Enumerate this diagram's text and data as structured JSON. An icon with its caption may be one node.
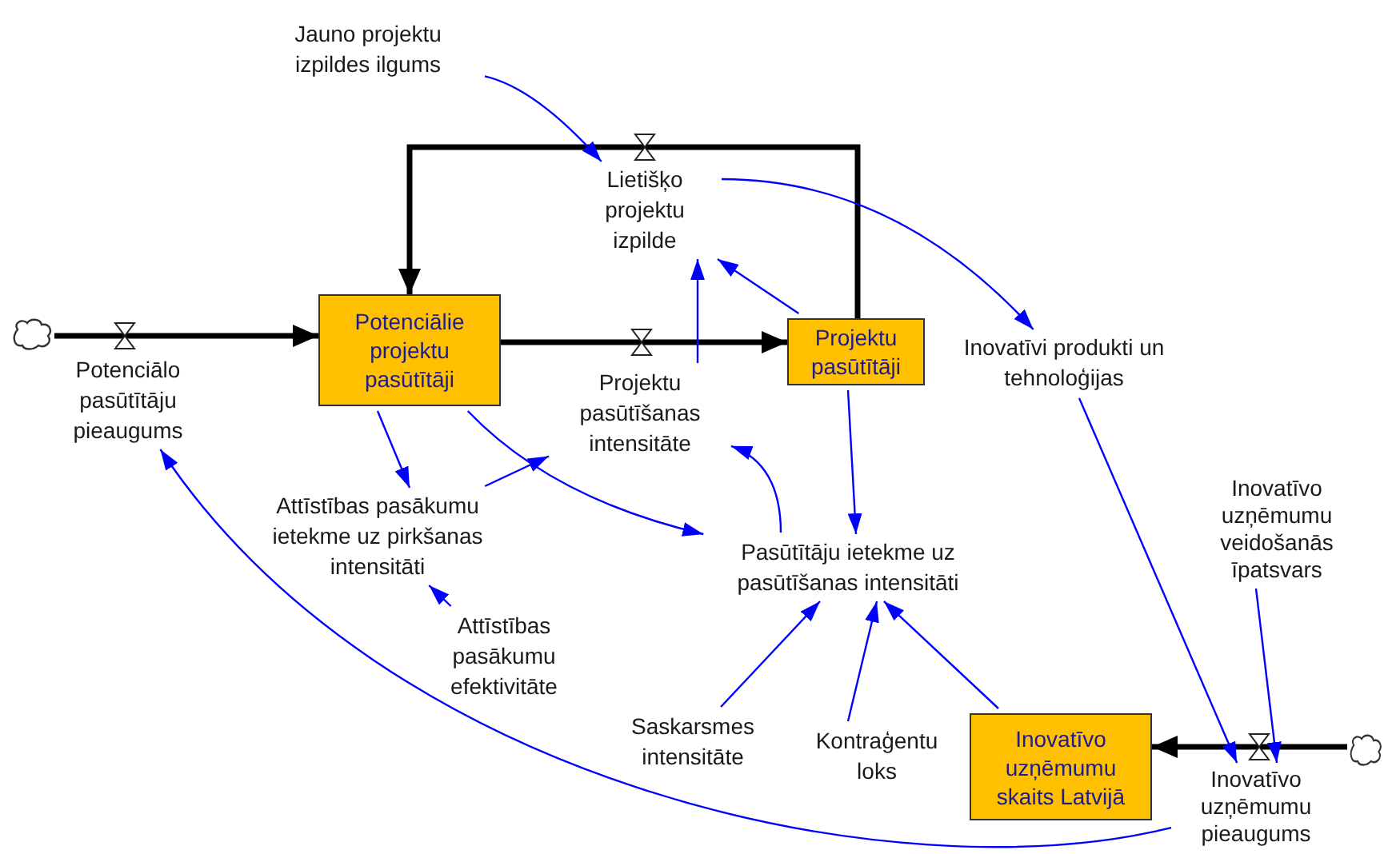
{
  "diagram": {
    "nodes": [
      {
        "text": [],
        "shape": "cloud"
      },
      {
        "text": [
          "Potenciālo pasūtītāju pieaugums"
        ]
      },
      {
        "text": [
          "Potenciālie projektu pasūtītāji"
        ]
      },
      {
        "text": [
          "Jauno projektu izpildes ilgums"
        ]
      },
      {
        "text": [
          "Lietišķo projektu izpilde"
        ]
      },
      {
        "text": [
          "Projektu pasūtītāji"
        ]
      },
      {
        "text": [
          "Projektu pasūtīšanas intensitāte"
        ]
      },
      {
        "text": [
          "Inovatīvi produkti un tehnoloģijas"
        ]
      },
      {
        "text": [
          "Attīstības pasākumu ietekme uz pirkšanas intensitāti"
        ]
      },
      {
        "text": [
          "Pasūtītāju ietekme uz pasūtīšanas intensitāti"
        ]
      },
      {
        "text": [
          "Attīstības pasākumu efektivitāte"
        ]
      },
      {
        "text": [
          "Inovatīvo uzņēmumu veidošanās īpatsvars"
        ]
      },
      {
        "text": [
          "Saskarsmes intensitāte"
        ]
      },
      {
        "text": [
          "Kontraģentu loks"
        ]
      },
      {
        "text": [
          "Inovatīvo uzņēmumu skaits Latvijā"
        ]
      },
      {
        "text": [
          "Inovatīvo uzņēmumu pieaugums"
        ]
      },
      {
        "text": [],
        "shape": "cloud"
      }
    ],
    "edges": [
      {
        "from": 0,
        "to": 2,
        "arrow": "to",
        "style": "thick",
        "color": "#000000"
      },
      {
        "from": 2,
        "to": 5,
        "arrow": "to",
        "style": "thick",
        "color": "#000000"
      },
      {
        "from": 5,
        "to": 2,
        "arrow": "to",
        "style": "thick",
        "color": "#000000"
      },
      {
        "from": 16,
        "to": 14,
        "arrow": "to",
        "style": "thick",
        "color": "#000000"
      },
      {
        "from": 3,
        "to": 4,
        "arrow": "to"
      },
      {
        "from": 4,
        "to": 7,
        "arrow": "to"
      },
      {
        "from": 5,
        "to": 4,
        "arrow": "to"
      },
      {
        "from": 6,
        "to": 4,
        "arrow": "to"
      },
      {
        "from": 7,
        "to": 15,
        "arrow": "to"
      },
      {
        "from": 11,
        "to": 15,
        "arrow": "to"
      },
      {
        "from": 2,
        "to": 8,
        "arrow": "to"
      },
      {
        "from": 2,
        "to": 9,
        "arrow": "to"
      },
      {
        "from": 8,
        "to": 6,
        "arrow": "to"
      },
      {
        "from": 9,
        "to": 6,
        "arrow": "to"
      },
      {
        "from": 5,
        "to": 9,
        "arrow": "to"
      },
      {
        "from": 10,
        "to": 8,
        "arrow": "to"
      },
      {
        "from": 12,
        "to": 9,
        "arrow": "to"
      },
      {
        "from": 13,
        "to": 9,
        "arrow": "to"
      },
      {
        "from": 14,
        "to": 9,
        "arrow": "to"
      },
      {
        "from": 15,
        "to": 1,
        "arrow": "to"
      }
    ]
  }
}
